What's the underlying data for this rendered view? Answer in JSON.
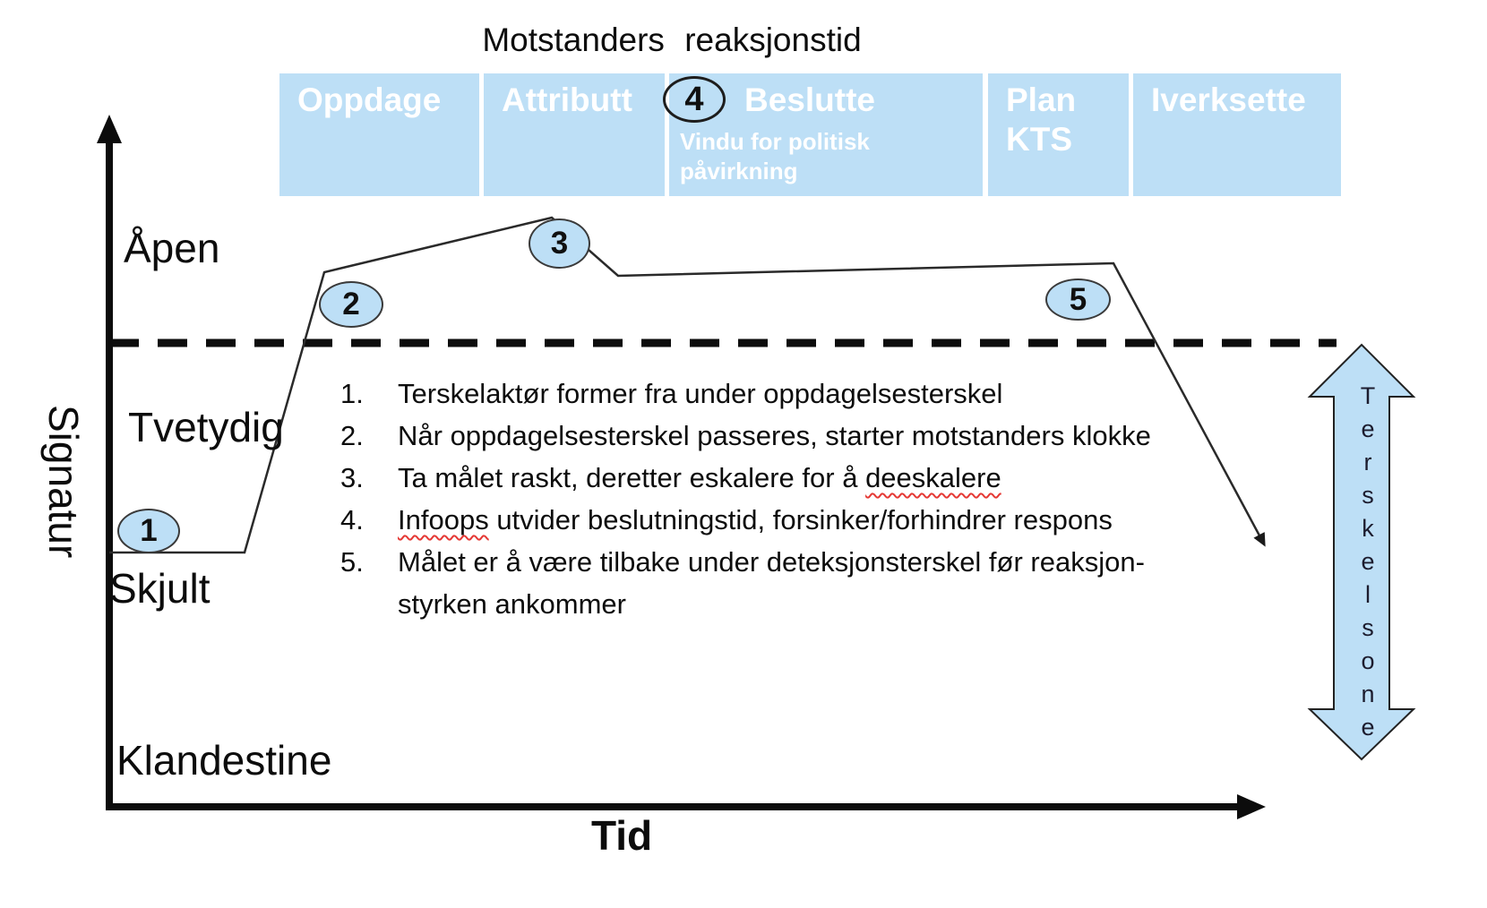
{
  "title": "Motstanders reaksjonstid",
  "colors": {
    "light_blue": "#BDDFF6",
    "ink": "#111111",
    "squiggle_red": "#E53935"
  },
  "header_table": {
    "columns": [
      {
        "label": "Oppdage"
      },
      {
        "label": "Attributt"
      },
      {
        "label": "Beslutte",
        "badge": "4",
        "subtext": "Vindu for politisk påvirkning"
      },
      {
        "label": "Plan KTS"
      },
      {
        "label": "Iverksette"
      }
    ]
  },
  "axes": {
    "y_label": "Signatur",
    "x_label": "Tid"
  },
  "signature_levels": {
    "open": "Åpen",
    "ambiguous": "Tvetydig",
    "hidden": "Skjult",
    "clandestine": "Klandestine"
  },
  "threshold_arrow_label": "Terskelsone",
  "markers": [
    {
      "label": "1"
    },
    {
      "label": "2"
    },
    {
      "label": "3"
    },
    {
      "label": "4"
    },
    {
      "label": "5"
    }
  ],
  "curve": {
    "points": [
      [
        122,
        617
      ],
      [
        273,
        617
      ],
      [
        362,
        304
      ],
      [
        616,
        243
      ],
      [
        690,
        308
      ],
      [
        1243,
        294
      ],
      [
        1407,
        600
      ]
    ]
  },
  "notes": {
    "items": [
      {
        "num": "1.",
        "pre": "Terskelaktør former fra under oppdagelsesterskel",
        "mark": "",
        "post": ""
      },
      {
        "num": "2.",
        "pre": "Når oppdagelsesterskel passeres, starter motstanders klokke",
        "mark": "",
        "post": ""
      },
      {
        "num": "3.",
        "pre": "Ta målet raskt, deretter eskalere for å ",
        "mark": "deeskalere",
        "post": ""
      },
      {
        "num": "4.",
        "pre": "",
        "mark": "Infoops",
        "post": " utvider beslutningstid, forsinker/forhindrer respons"
      },
      {
        "num": "5.",
        "pre": "Målet er å være tilbake under deteksjonsterskel før reaksjon-styrken ankommer",
        "mark": "",
        "post": ""
      }
    ]
  }
}
